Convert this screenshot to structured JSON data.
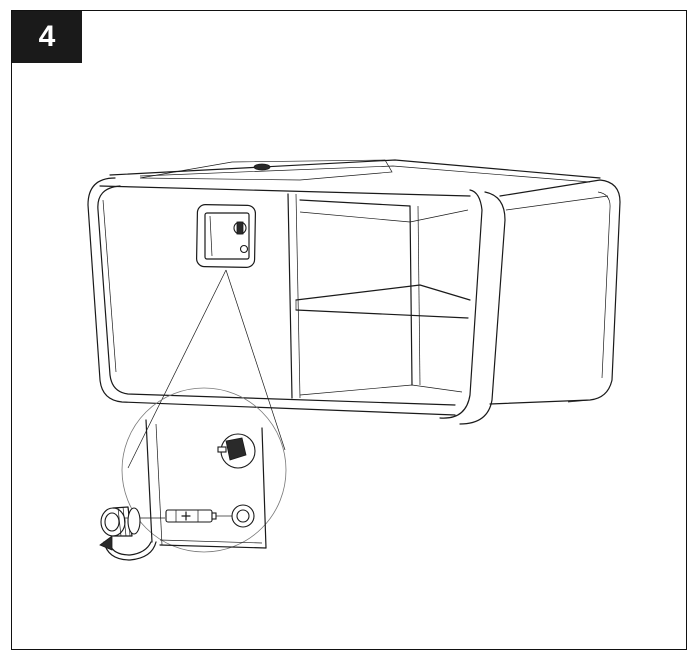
{
  "step": {
    "number": "4",
    "badge_color": "#1a1a1a"
  },
  "illustration": {
    "subject": "tv-cabinet-battery-compartment",
    "icons": [
      "cabinet-drawing",
      "battery-compartment-icon",
      "battery-icon",
      "knob-cap-icon",
      "rotate-arrow-icon"
    ]
  }
}
